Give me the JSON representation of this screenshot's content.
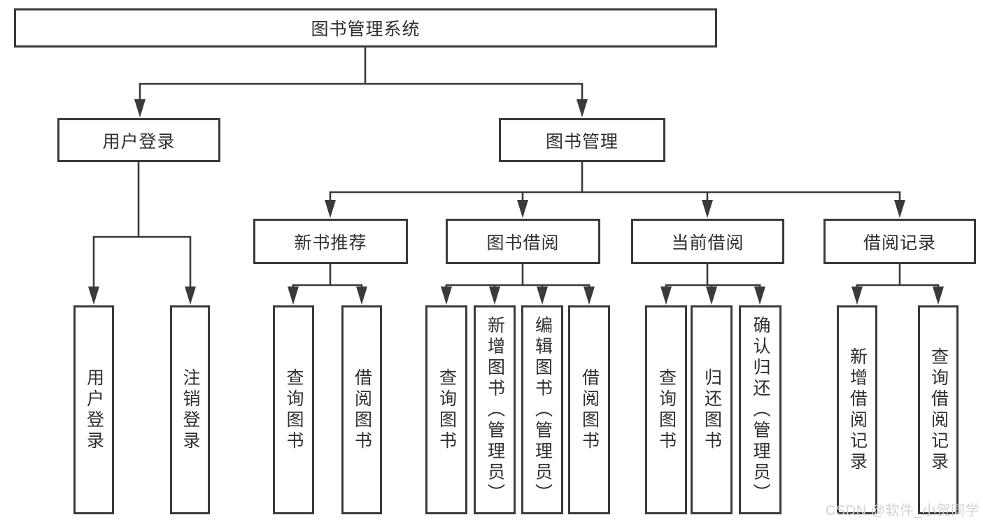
{
  "diagram": {
    "title_node": "图书管理系统",
    "line_color": "#3a3a3a",
    "text_color": "#2f2f2f",
    "background": "#ffffff",
    "tree": {
      "label": "图书管理系统",
      "children": [
        {
          "label": "用户登录",
          "children": [
            {
              "label": "用户登录"
            },
            {
              "label": "注销登录"
            }
          ]
        },
        {
          "label": "图书管理",
          "children": [
            {
              "label": "新书推荐",
              "children": [
                {
                  "label": "查询图书"
                },
                {
                  "label": "借阅图书"
                }
              ]
            },
            {
              "label": "图书借阅",
              "children": [
                {
                  "label": "查询图书"
                },
                {
                  "label": "新增图书（管理员）"
                },
                {
                  "label": "编辑图书（管理员）"
                },
                {
                  "label": "借阅图书"
                }
              ]
            },
            {
              "label": "当前借阅",
              "children": [
                {
                  "label": "查询图书"
                },
                {
                  "label": "归还图书"
                },
                {
                  "label": "确认归还（管理员）"
                }
              ]
            },
            {
              "label": "借阅记录",
              "children": [
                {
                  "label": "新增借阅记录"
                },
                {
                  "label": "查询借阅记录"
                }
              ]
            }
          ]
        }
      ]
    }
  },
  "watermark": {
    "text": "CSDN @软件_小贺同学"
  }
}
